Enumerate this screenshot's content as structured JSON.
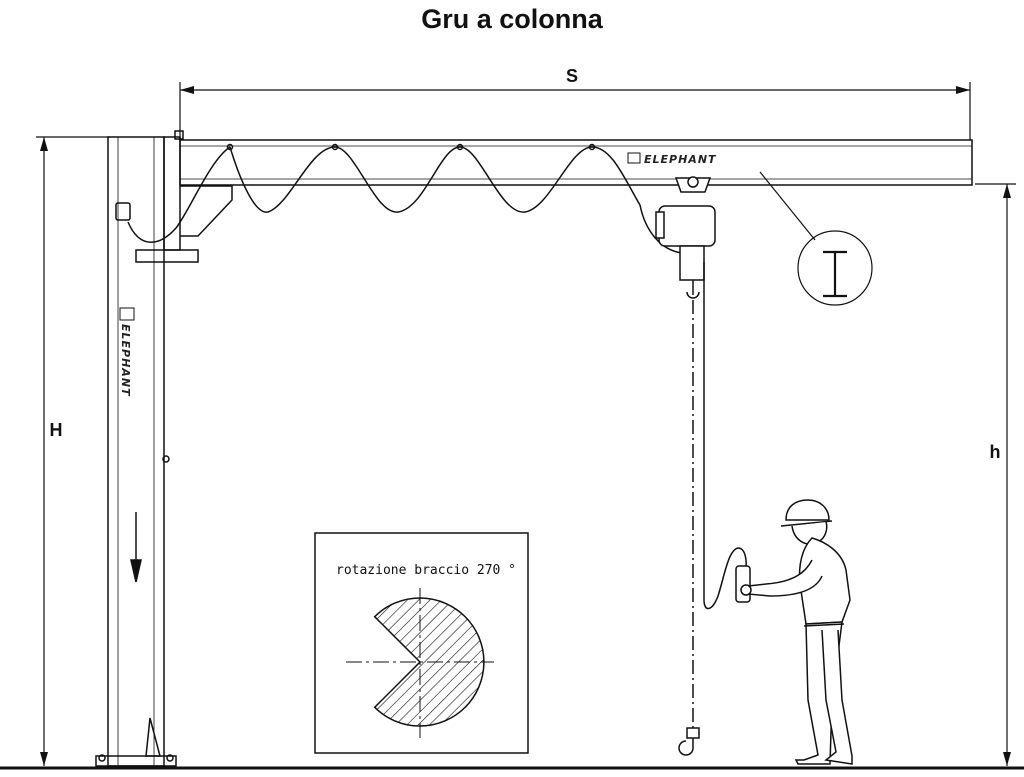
{
  "title": "Gru a colonna",
  "dimensions": {
    "span_label": "S",
    "total_height_label": "H",
    "hook_height_label": "h"
  },
  "brand": {
    "beam_logo": "ELEPHANT",
    "column_logo": "ELEPHANT"
  },
  "inset": {
    "rotation_label": "rotazione braccio 270 °"
  },
  "colors": {
    "line": "#111111",
    "background": "#ffffff"
  },
  "icons": [
    "i-beam-section-icon",
    "operator-figure",
    "hoist",
    "hook-icon",
    "elephant-logo-icon"
  ]
}
